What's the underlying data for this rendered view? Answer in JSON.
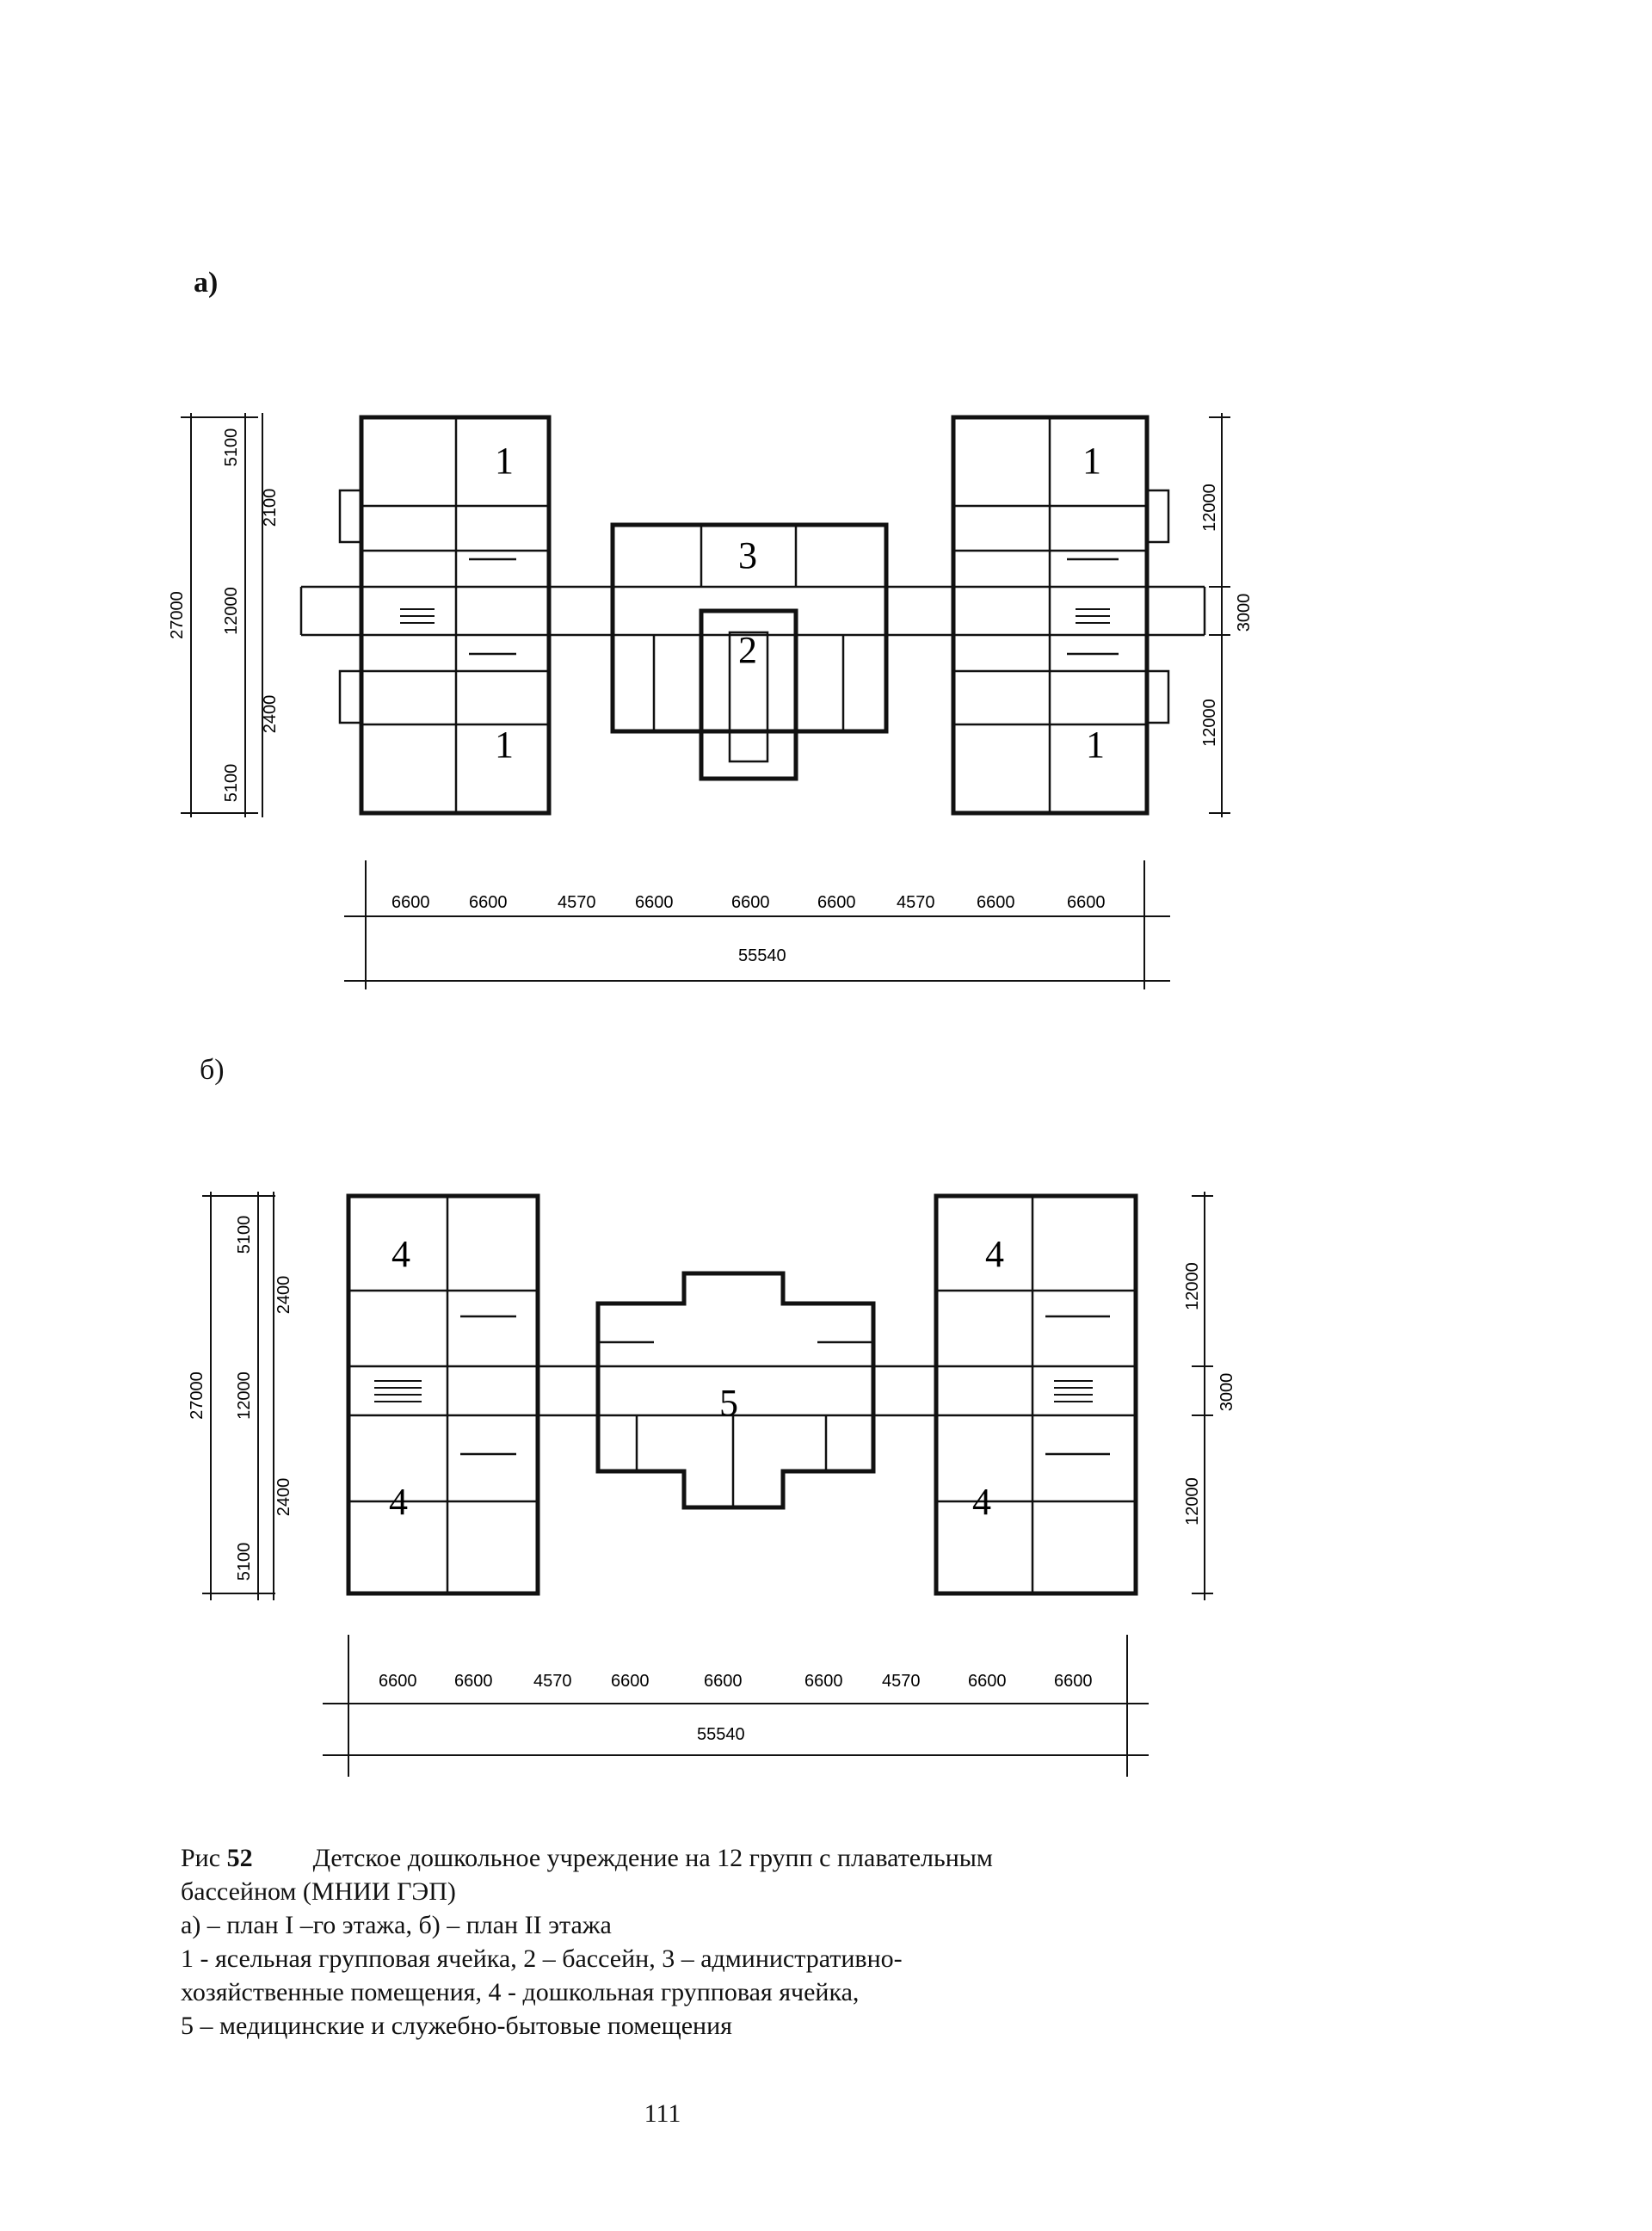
{
  "figure": {
    "plan_a": {
      "label": "а)",
      "rooms": [
        "1",
        "1",
        "1",
        "1",
        "2",
        "3"
      ],
      "dims_h_top": [
        "6600",
        "6600",
        "4570",
        "6600",
        "6600",
        "6600",
        "4570",
        "6600",
        "6600"
      ],
      "dim_total": "55540",
      "dims_left_outer": "27000",
      "dims_left_inner": [
        "5100",
        "2100",
        "12000",
        "2400",
        "5100"
      ],
      "dims_right": [
        "12000",
        "3000",
        "12000"
      ]
    },
    "plan_b": {
      "label": "б)",
      "rooms": [
        "4",
        "4",
        "4",
        "4",
        "5"
      ],
      "dims_h_top": [
        "6600",
        "6600",
        "4570",
        "6600",
        "6600",
        "6600",
        "4570",
        "6600",
        "6600"
      ],
      "dim_total": "55540",
      "dims_left_outer": "27000",
      "dims_left_inner": [
        "5100",
        "2400",
        "12000",
        "2400",
        "5100"
      ],
      "dims_right": [
        "12000",
        "3000",
        "12000"
      ]
    }
  },
  "caption": {
    "fig_prefix": "Рис ",
    "fig_number": "52",
    "title_part1": "Детское дошкольное учреждение на 12 групп с плавательным",
    "title_part2": "бассейном (МНИИ ГЭП)",
    "line_panels": "а) – план I –го этажа, б) – план II этажа",
    "legend_line1": "1 - ясельная групповая ячейка, 2 – бассейн, 3 – административно-",
    "legend_line2": "хозяйственные помещения, 4 - дошкольная групповая ячейка,",
    "legend_line3": "5 – медицинские и служебно-бытовые помещения"
  },
  "page_number": "111"
}
